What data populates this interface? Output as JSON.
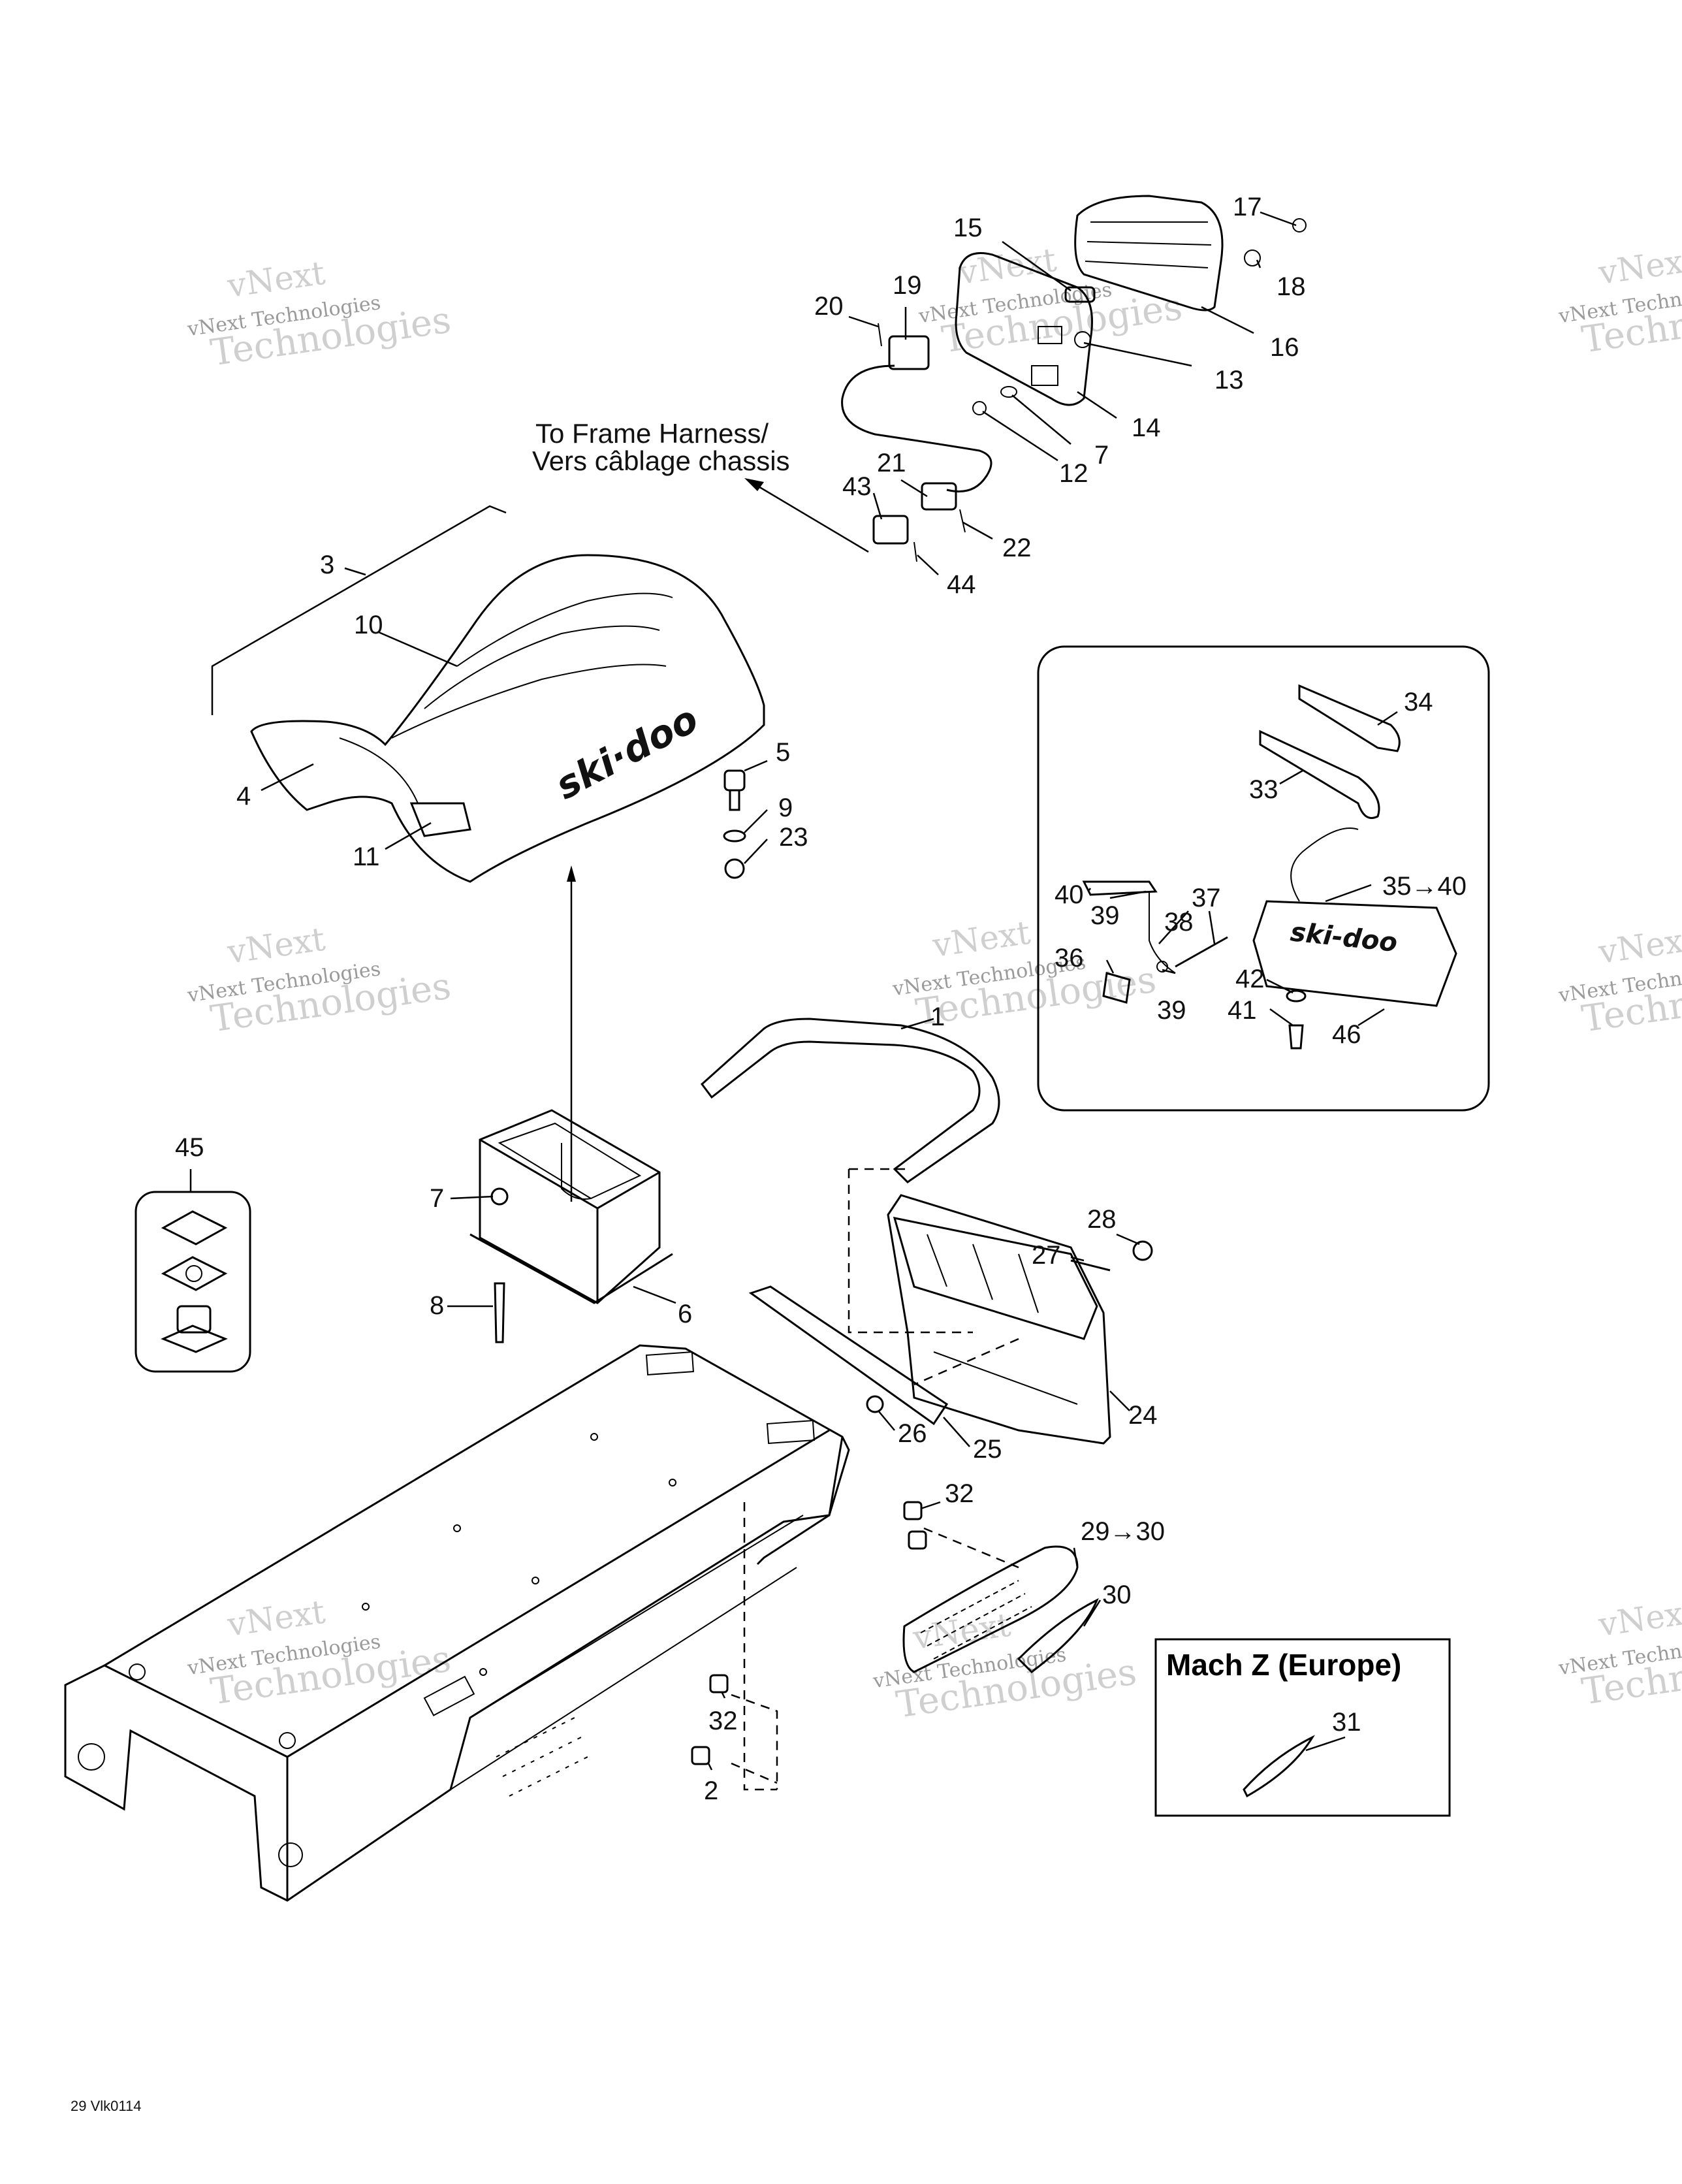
{
  "harness_note": {
    "line1": "To Frame Harness/",
    "line2": "Vers câblage chassis"
  },
  "inset_title": "Mach Z (Europe)",
  "drawing_code": "29 Vlk0114",
  "watermark": {
    "line1": "vNext",
    "line2": "vNext Technologies",
    "line3": "Technologies"
  },
  "callouts": [
    "15",
    "17",
    "18",
    "16",
    "13",
    "14",
    "19",
    "20",
    "12",
    "7",
    "21",
    "43",
    "22",
    "44",
    "3",
    "10",
    "4",
    "11",
    "5",
    "9",
    "23",
    "34",
    "33",
    "40",
    "39",
    "38",
    "37",
    "35→40",
    "36",
    "39",
    "42",
    "41",
    "46",
    "1",
    "45",
    "7",
    "8",
    "6",
    "28",
    "27",
    "24",
    "26",
    "25",
    "32",
    "29→30",
    "30",
    "32",
    "2",
    "31"
  ]
}
